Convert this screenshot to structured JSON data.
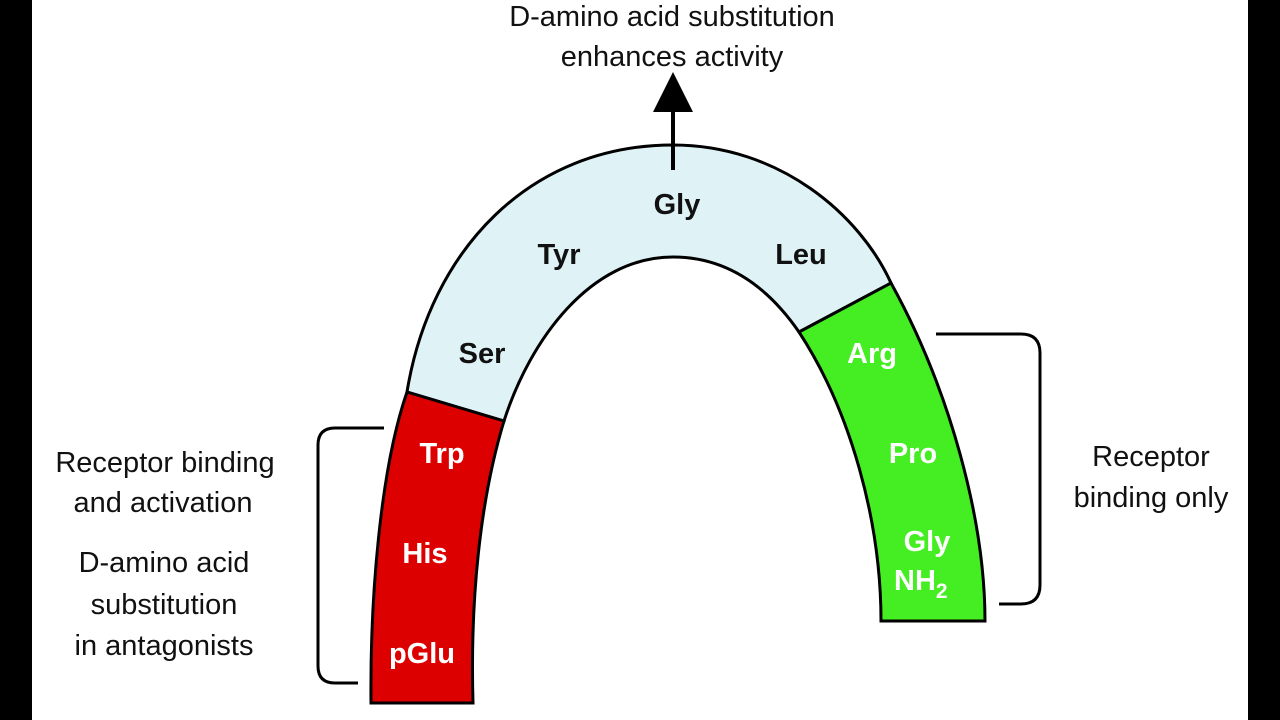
{
  "colors": {
    "background": "#000000",
    "panel": "#ffffff",
    "linker_segment": "#dff3f7",
    "nterm_segment": "#dd0000",
    "cterm_segment": "#44ee22",
    "outline": "#000000",
    "dark_text": "#111111",
    "light_text": "#ffffff"
  },
  "top_annotation": {
    "line1": "D-amino acid substitution",
    "line2": "enhances activity"
  },
  "residues": {
    "pglu": "pGlu",
    "his": "His",
    "trp": "Trp",
    "ser": "Ser",
    "tyr": "Tyr",
    "gly": "Gly",
    "leu": "Leu",
    "arg": "Arg",
    "pro": "Pro",
    "gly_c": "Gly",
    "nh": "NH",
    "nh_sub": "2"
  },
  "left_annotation": {
    "line1": "Receptor binding",
    "line2": "and activation",
    "line3": "D-amino acid",
    "line4": "substitution",
    "line5": "in antagonists"
  },
  "right_annotation": {
    "line1": "Receptor",
    "line2": "binding only"
  }
}
